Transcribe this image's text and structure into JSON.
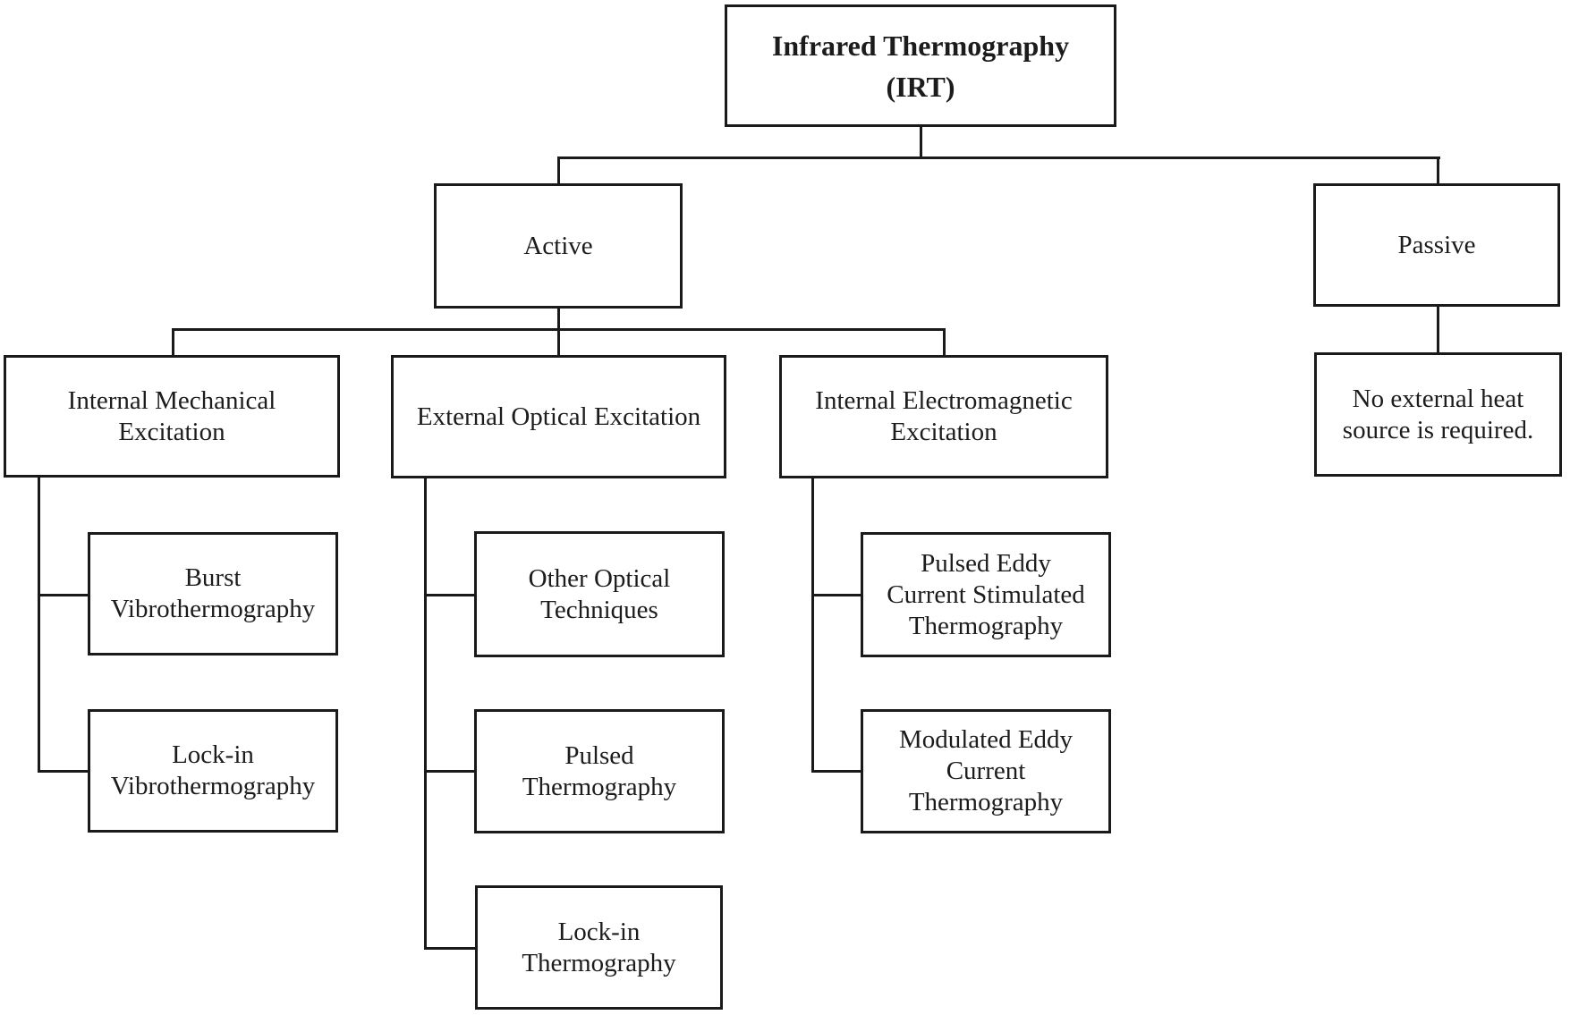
{
  "colors": {
    "connector": "#1a1a1a",
    "box_border": "#1a1a1a",
    "text": "#1c1c1c",
    "background": "#ffffff"
  },
  "tree": {
    "root": {
      "label": "Infrared Thermography\n(IRT)"
    },
    "active": {
      "label": "Active",
      "internal_mechanical": {
        "label": "Internal Mechanical\nExcitation",
        "children": {
          "burst": {
            "label": "Burst\nVibrothermography"
          },
          "lock_in": {
            "label": "Lock-in\nVibrothermography"
          }
        }
      },
      "external_optical": {
        "label": "External Optical Excitation",
        "children": {
          "other_optical": {
            "label": "Other Optical\nTechniques"
          },
          "pulsed": {
            "label": "Pulsed\nThermography"
          },
          "lock_in": {
            "label": "Lock-in\nThermography"
          }
        }
      },
      "internal_electromagnetic": {
        "label": "Internal Electromagnetic\nExcitation",
        "children": {
          "pulsed_eddy": {
            "label": "Pulsed Eddy\nCurrent Stimulated\nThermography"
          },
          "modulated_eddy": {
            "label": "Modulated Eddy\nCurrent\nThermography"
          }
        }
      }
    },
    "passive": {
      "label": "Passive",
      "note": {
        "label": "No external heat\nsource is required."
      }
    }
  }
}
